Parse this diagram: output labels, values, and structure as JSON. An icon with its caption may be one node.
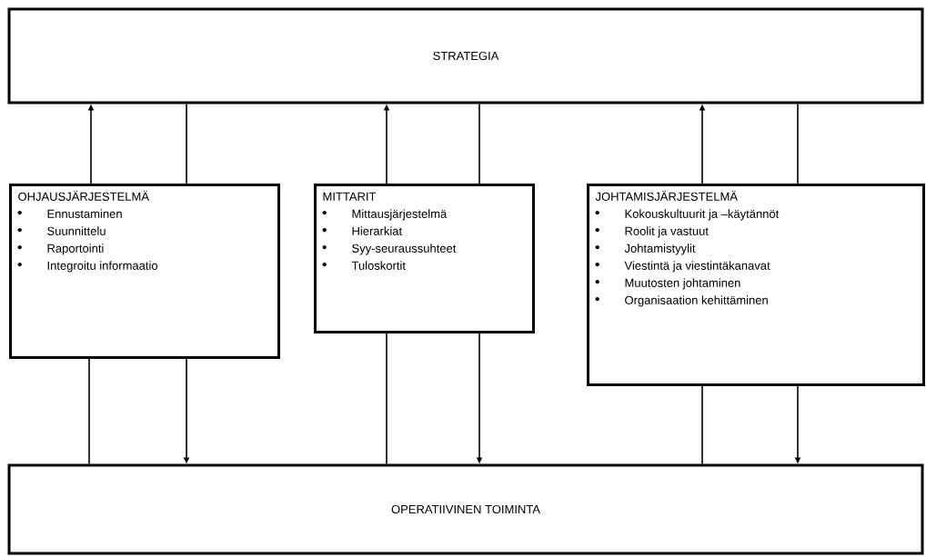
{
  "diagram": {
    "nodes": [
      {
        "text": [
          "STRATEGIA"
        ]
      },
      {
        "text": [
          "OHJAUSJÄRJESTELMÄ",
          "Ennustaminen",
          "Suunnittelu",
          "Raportointi",
          "Integroitu informaatio"
        ]
      },
      {
        "text": [
          "MITTARIT",
          "Mittausjärjestelmä",
          "Hierarkiat",
          "Syy-seuraussuhteet",
          "Tuloskortit"
        ]
      },
      {
        "text": [
          "JOHTAMISJÄRJESTELMÄ",
          "Kokouskultuurit ja –käytännöt",
          "Roolit ja vastuut",
          "Johtamistyylit",
          "Viestintä ja viestintäkanavat",
          "Muutosten johtaminen",
          "Organisaation kehittäminen"
        ]
      },
      {
        "text": [
          "OPERATIIVINEN TOIMINTA"
        ]
      }
    ],
    "edges": [
      {
        "from": 1,
        "to": 0,
        "arrow": "to"
      },
      {
        "from": 0,
        "to": 1,
        "arrow": "none"
      },
      {
        "from": 2,
        "to": 0,
        "arrow": "to"
      },
      {
        "from": 0,
        "to": 2,
        "arrow": "none"
      },
      {
        "from": 3,
        "to": 0,
        "arrow": "to"
      },
      {
        "from": 0,
        "to": 3,
        "arrow": "none"
      },
      {
        "from": 4,
        "to": 1,
        "arrow": "none"
      },
      {
        "from": 1,
        "to": 4,
        "arrow": "to"
      },
      {
        "from": 4,
        "to": 2,
        "arrow": "none"
      },
      {
        "from": 2,
        "to": 4,
        "arrow": "to"
      },
      {
        "from": 4,
        "to": 3,
        "arrow": "none"
      },
      {
        "from": 3,
        "to": 4,
        "arrow": "to"
      }
    ]
  }
}
